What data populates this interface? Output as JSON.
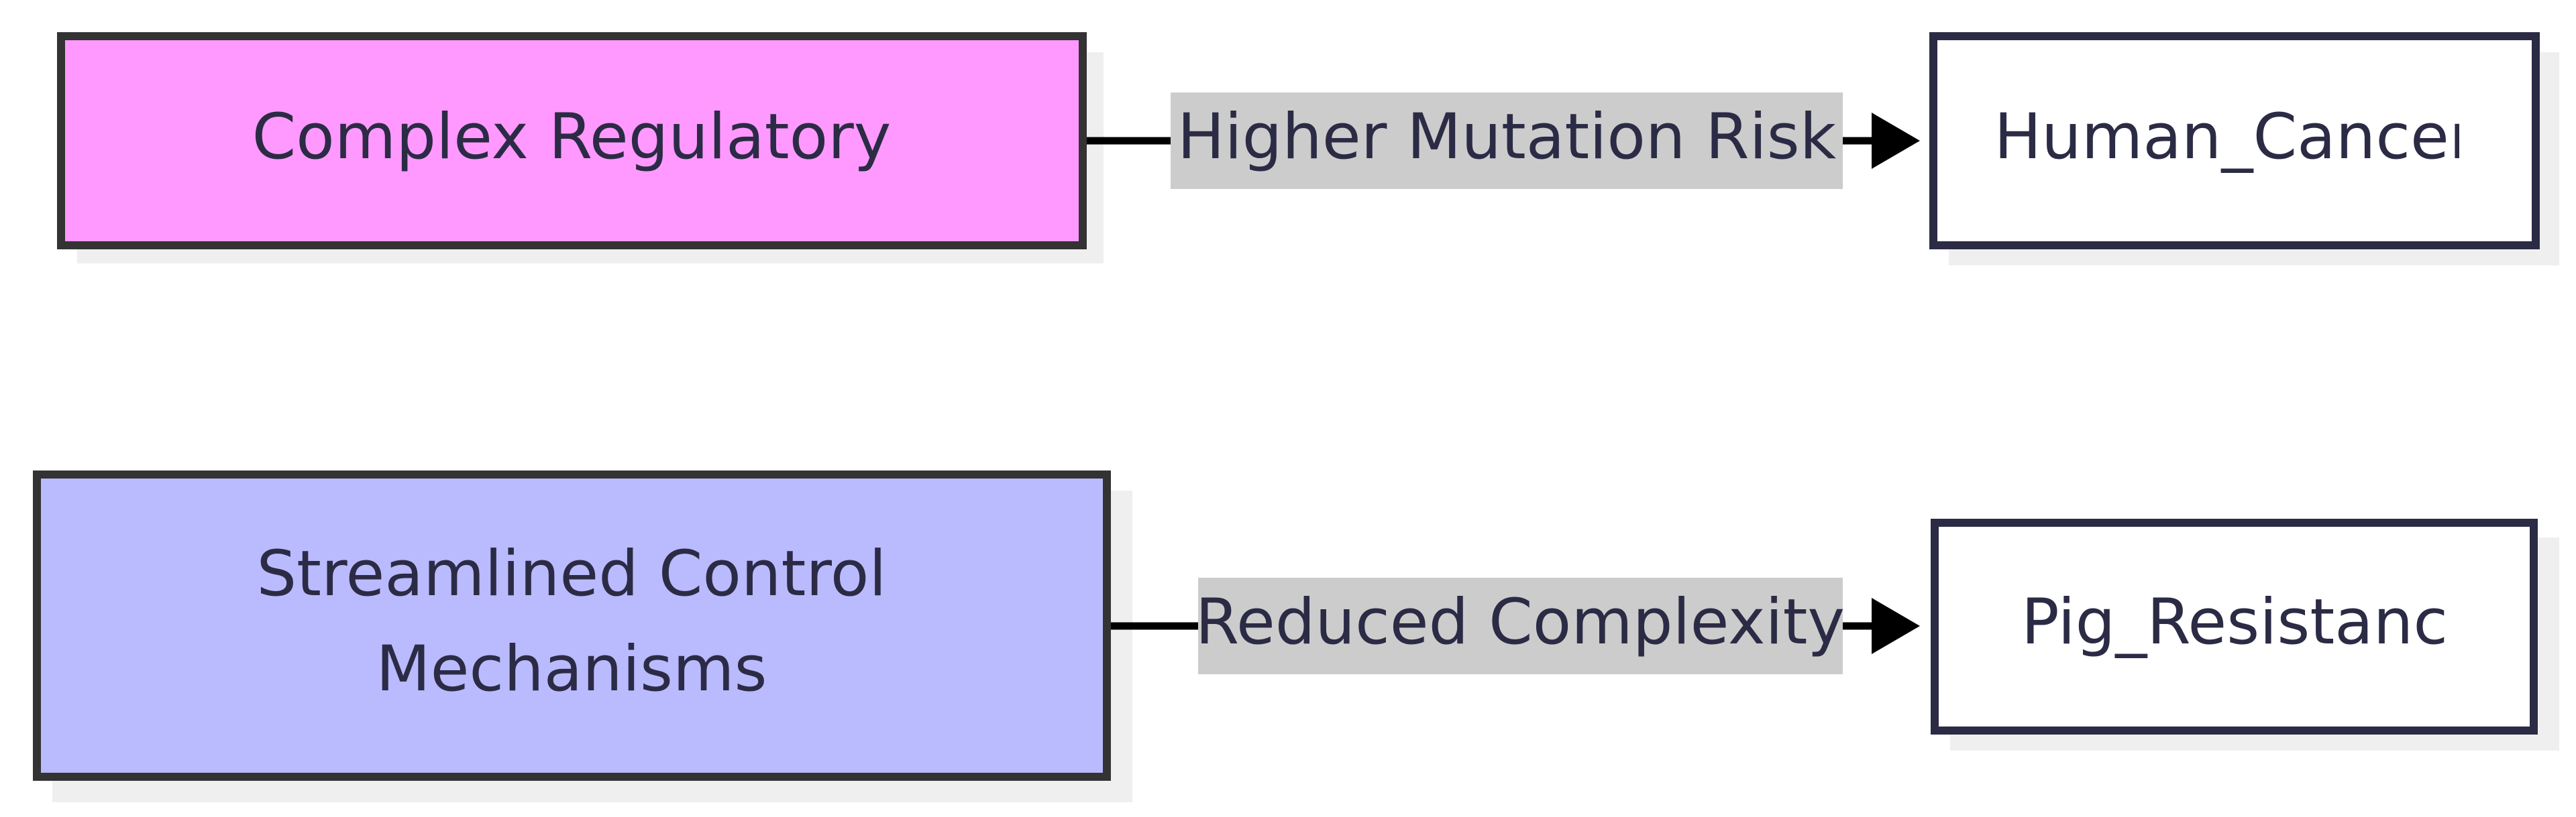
{
  "nodes": {
    "complex_regulatory": {
      "label": "Complex Regulatory",
      "fill": "#ff99ff"
    },
    "streamlined_control": {
      "line1": "Streamlined Control",
      "line2": "Mechanisms",
      "fill": "#babaff"
    },
    "human_cancer": {
      "label": "Human_Cancer",
      "fill": "#ffffff"
    },
    "pig_resistance": {
      "label": "Pig_Resistanc",
      "fill": "#ffffff"
    }
  },
  "edges": {
    "top": {
      "label": "Higher Mutation Risk"
    },
    "bottom": {
      "label": "Reduced Complexity"
    }
  },
  "colors": {
    "edge_label_bg": "#cccccc",
    "shadow": "#efefef",
    "border_dark": "#333333",
    "border_navy": "#2b2b45",
    "text": "#2b2b45"
  }
}
